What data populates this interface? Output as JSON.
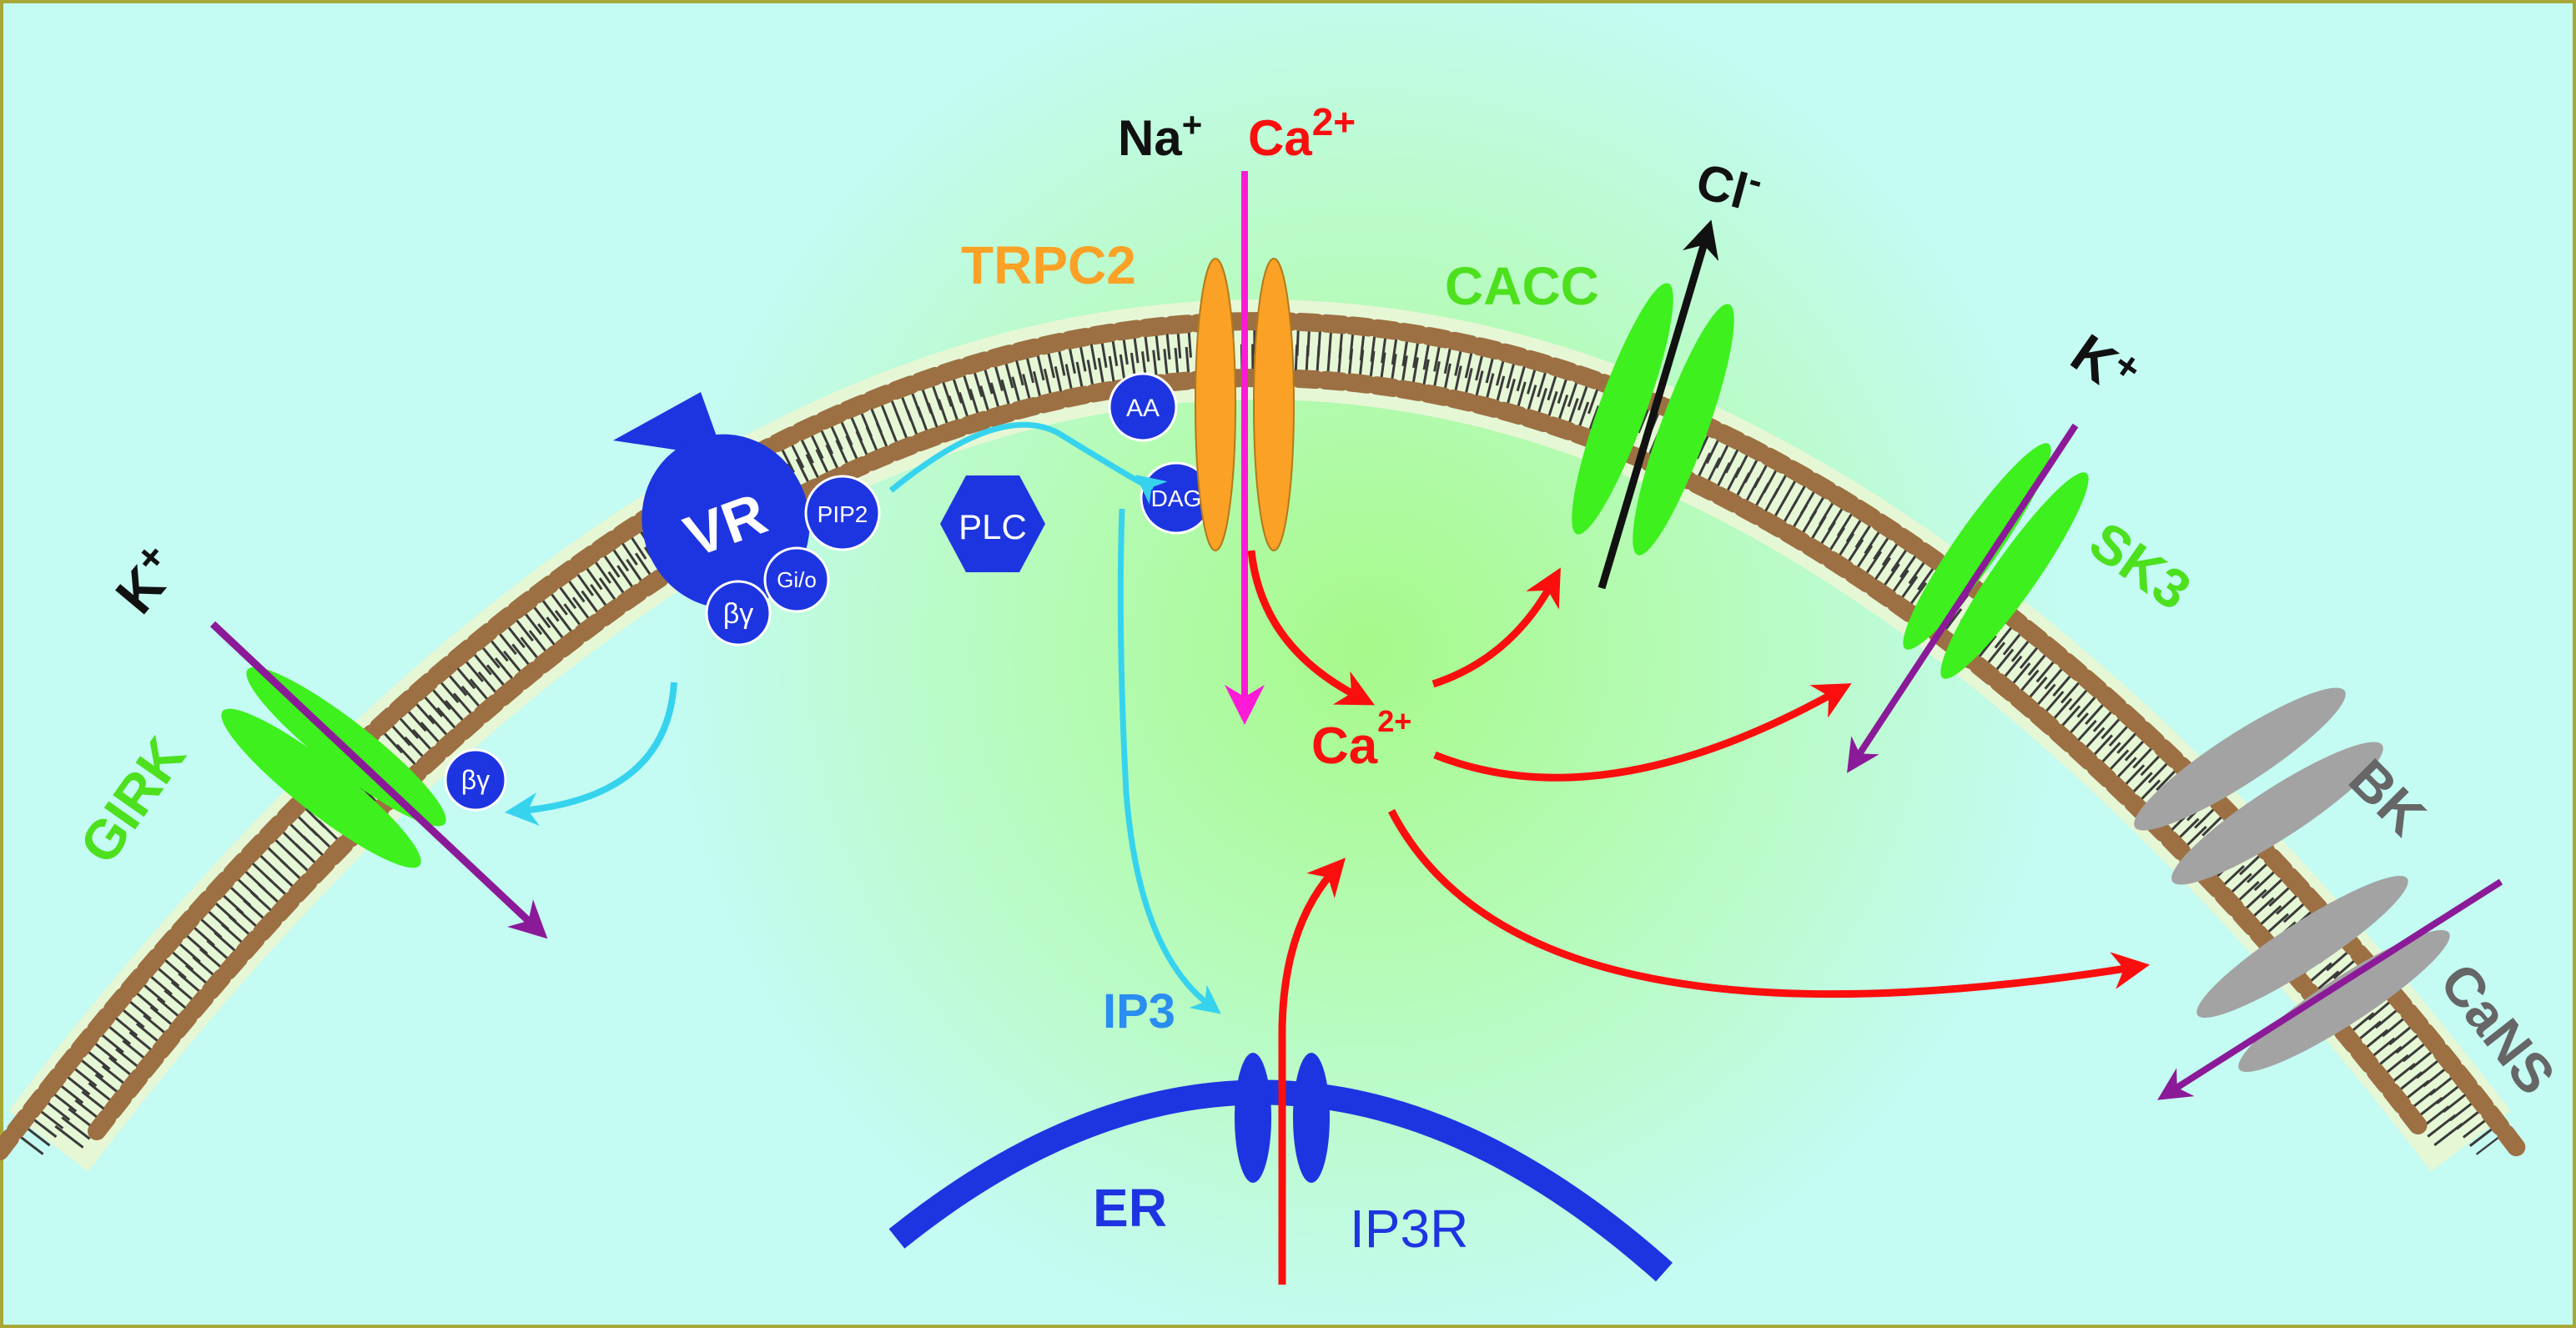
{
  "labels": {
    "na": "Na",
    "na_sup": "+",
    "ca_in": "Ca",
    "ca_in_sup": "2+",
    "cl": "Cl",
    "cl_sup": "-",
    "trpc2": "TRPC2",
    "cacc": "CACC",
    "k_sk3": "K",
    "k_sk3_sup": "+",
    "sk3": "SK3",
    "bk": "BK",
    "cans": "CaNS",
    "k_girk": "K",
    "k_girk_sup": "+",
    "girk": "GIRK",
    "vr": "VR",
    "pip2": "PIP2",
    "plc": "PLC",
    "aa": "AA",
    "dag": "DAG",
    "gio": "Gi/o",
    "by1": "βγ",
    "by2": "βγ",
    "ca_center": "Ca",
    "ca_center_sup": "2+",
    "ip3": "IP3",
    "er": "ER",
    "ip3r": "IP3R"
  },
  "colors": {
    "background": "#c4fbf3",
    "center_glow": "#a6f98a",
    "membrane": "#e6f7d6",
    "lipid_head": "#9c7043",
    "channel_green": "#3ef01e",
    "channel_orange": "#fba126",
    "channel_gray": "#a3a3a3",
    "receptor_blue": "#1d35e0",
    "ca_red": "#fb0e0e",
    "trpc_flux": "#fc1ad6",
    "k_flux": "#8b1a98",
    "ip3_cyan": "#36d3ee",
    "label_green": "#4de01e",
    "label_orange": "#fba126",
    "label_blue": "#1d35e0",
    "label_ip3": "#2a8df0"
  }
}
